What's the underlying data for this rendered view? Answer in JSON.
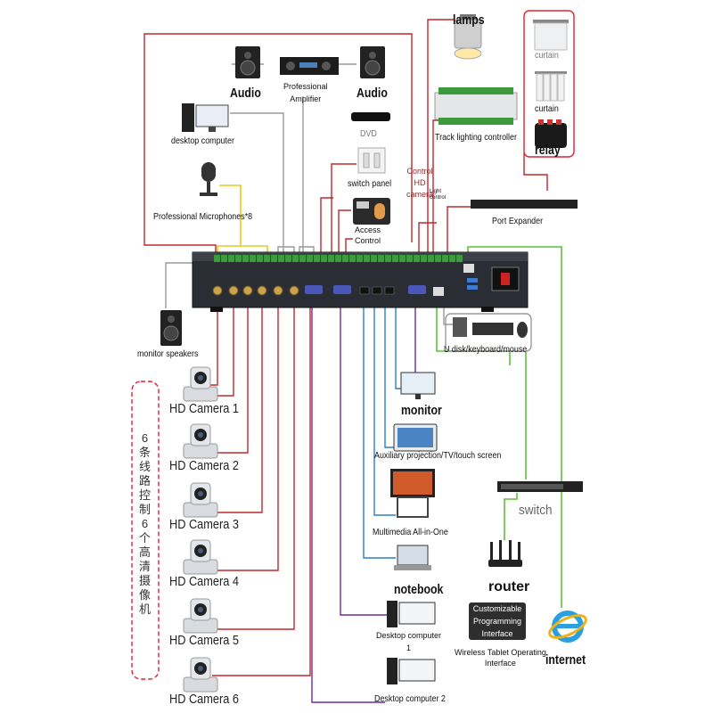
{
  "labels": {
    "lamps": "lamps",
    "curtain_1": "curtain",
    "curtain_2": "curtain",
    "relay": "relay",
    "track": "Track lighting controller",
    "audio_left": "Audio",
    "audio_right": "Audio",
    "amplifier": "Professional\nAmplifier",
    "desktop_computer": "desktop computer",
    "dvd": "DVD",
    "switch_panel": "switch panel",
    "microphones": "Professional Microphones*8",
    "control_hd_camera": "Control\nHD\ncamera",
    "light_control": "Light\ncontrol",
    "port_expander": "Port Expander",
    "access_control": "Access\nControl",
    "monitor_speakers": "monitor speakers",
    "udisk": "U disk/keyboard/mouse",
    "monitor": "monitor",
    "aux_projection": "Auxiliary projection/TV/touch screen",
    "switch": "switch",
    "multimedia": "Multimedia All-in-One",
    "notebook": "notebook",
    "router": "router",
    "custom_interface": "Customizable\nProgramming\nInterface",
    "wireless_tablet": "Wireless Tablet Operating\nInterface",
    "internet": "internet",
    "desktop_computer_1": "Desktop computer\n1",
    "desktop_computer_2": "Desktop computer 2",
    "side_note": "6\n条\n线\n路\n控\n制\n6\n个\n高\n清\n摄\n像\n机"
  },
  "cameras": [
    "HD Camera 1",
    "HD Camera 2",
    "HD Camera 3",
    "HD Camera 4",
    "HD Camera 5",
    "HD Camera 6"
  ],
  "colors": {
    "control": "#c0282d",
    "audio": "#9a9a9a",
    "mic": "#e8c820",
    "hdmi": "#2b7fc4",
    "vga": "#6a2aa0",
    "network": "#5fbf3a",
    "usb": "#9a9a9a"
  },
  "icons": {
    "lamps": "spotlight-icon",
    "curtain": "curtain-icon",
    "relay": "relay-icon",
    "speaker": "speaker-icon",
    "camera": "ptz-camera-icon",
    "internet": "internet-explorer-icon",
    "router": "router-icon",
    "switch": "network-switch-icon"
  }
}
